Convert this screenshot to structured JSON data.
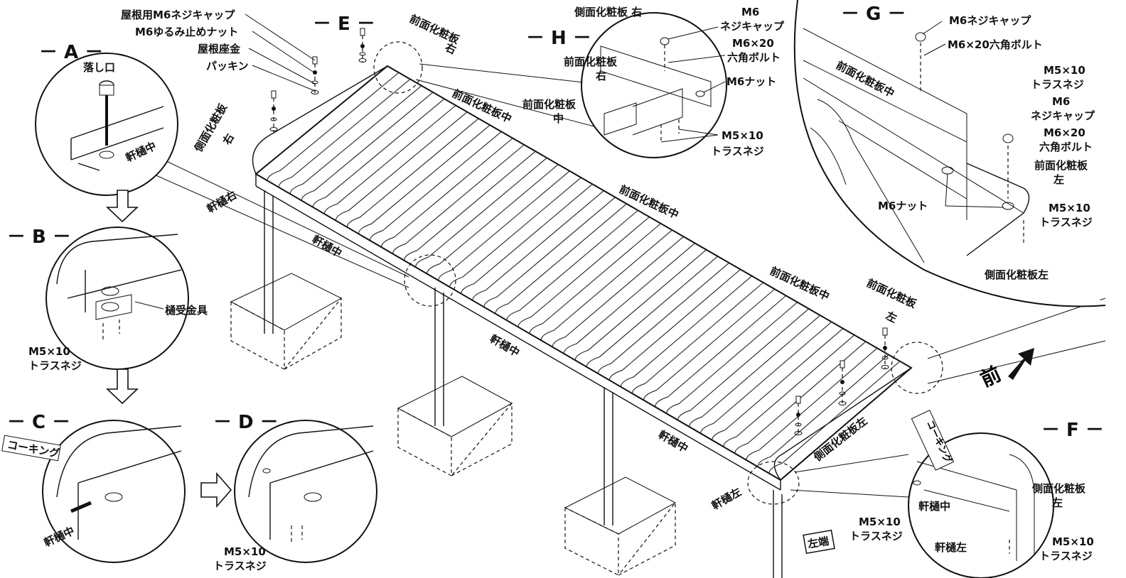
{
  "sections": {
    "a": "－ A －",
    "b": "－ B －",
    "c": "－ C －",
    "d": "－ D －",
    "e": "－ E －",
    "f": "－ F －",
    "g": "－ G －",
    "h": "－ H －"
  },
  "labels": {
    "roof_cap": "屋根用M6ネジキャップ",
    "lock_nut": "M6ゆるみ止めナット",
    "roof_washer": "屋根座金",
    "packing": "パッキン",
    "drop_outlet": "落し口",
    "gutter_mid": "軒樋中",
    "gutter_right": "軒樋右",
    "gutter_left": "軒樋左",
    "gutter_bracket": "樋受金具",
    "m5_line1": "M5×10",
    "m5_line2": "トラスネジ",
    "side_panel_right": "側面化粧板",
    "side_panel_right2": "右",
    "front_panel_right": "前面化粧板",
    "front_panel_right2": "右",
    "front_panel_mid": "前面化粧板中",
    "front_panel_left": "前面化粧板",
    "front_panel_left2": "左",
    "side_panel_left": "側面化粧板左",
    "caulking": "コーキング",
    "left_end": "左端",
    "front": "前",
    "h_side_right": "側面化粧板 右",
    "h_m6": "M6",
    "h_m6_cap": "ネジキャップ",
    "h_m6x20": "M6×20",
    "h_hex_bolt": "六角ボルト",
    "h_front_right": "前面化粧板",
    "h_front_right2": "右",
    "h_front_mid": "前面化粧板",
    "h_front_mid2": "中",
    "m6_nut": "M6ナット",
    "g_m6_cap": "M6ネジキャップ",
    "g_m6x20_hex": "M6×20六角ボルト",
    "g_front_mid": "前面化粧板中",
    "f_side_left": "側面化粧板",
    "f_side_left2": "左"
  }
}
